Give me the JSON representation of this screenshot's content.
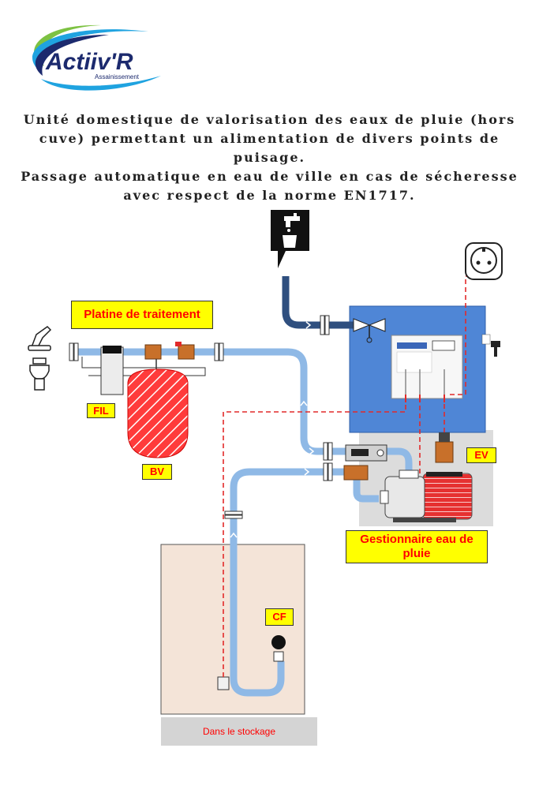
{
  "logo": {
    "brand": "Actiiv'R",
    "tagline": "Assainissement",
    "colors": {
      "navy": "#1c2a6e",
      "blue": "#1fa3e0",
      "green": "#7dc242"
    }
  },
  "heading": {
    "line1": "Unité domestique de valorisation des eaux de pluie (hors cuve) permettant un alimentation de divers points de puisage.",
    "line2": "Passage automatique en eau de ville en cas de sécheresse avec respect de la norme EN1717."
  },
  "labels": {
    "platine": "Platine de traitement",
    "fil": "FIL",
    "bv": "BV",
    "ev": "EV",
    "gestionnaire": "Gestionnaire eau de pluie",
    "cf": "CF",
    "stockage": "Dans le stockage"
  },
  "icons": [
    "water-tap-icon",
    "power-socket-icon",
    "shower-head-icon",
    "toilet-icon",
    "outlet-tap-icon"
  ],
  "colors": {
    "pipe_city": "#2f4f7f",
    "pipe_rain": "#8fb9e6",
    "pump_box": "#4f86d6",
    "wire": "#e22a2a",
    "label_bg": "#ffff00",
    "label_text": "#ff0000",
    "tank": "#f4e4d8"
  }
}
